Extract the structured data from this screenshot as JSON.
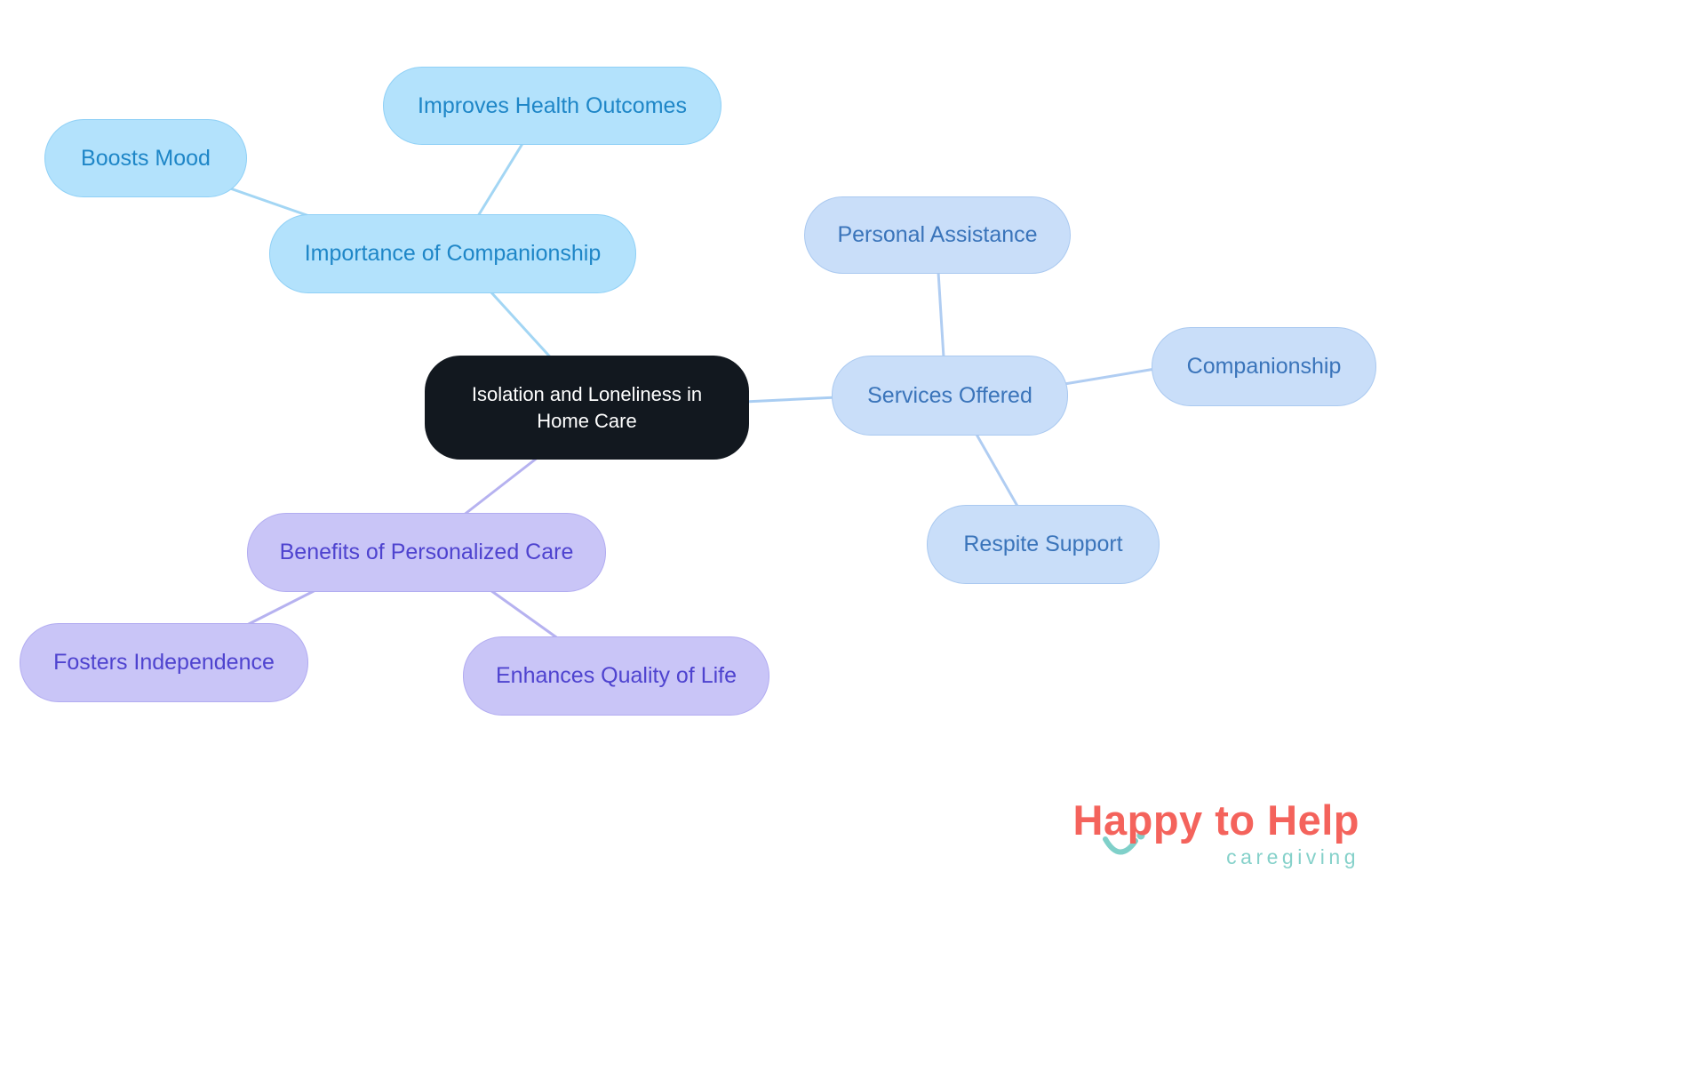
{
  "diagram_title": "Isolation and Loneliness in Home Care",
  "nodes": {
    "central": "Isolation and Loneliness in Home Care",
    "importance_of_companionship": "Importance of Companionship",
    "boosts_mood": "Boosts Mood",
    "improves_health_outcomes": "Improves Health Outcomes",
    "services_offered": "Services Offered",
    "personal_assistance": "Personal Assistance",
    "companionship": "Companionship",
    "respite_support": "Respite Support",
    "benefits_of_personalized_care": "Benefits of Personalized Care",
    "fosters_independence": "Fosters Independence",
    "enhances_quality_of_life": "Enhances Quality of Life"
  },
  "edges": [
    {
      "from": "central",
      "to": "importance_of_companionship"
    },
    {
      "from": "importance_of_companionship",
      "to": "boosts_mood"
    },
    {
      "from": "importance_of_companionship",
      "to": "improves_health_outcomes"
    },
    {
      "from": "central",
      "to": "services_offered"
    },
    {
      "from": "services_offered",
      "to": "personal_assistance"
    },
    {
      "from": "services_offered",
      "to": "companionship"
    },
    {
      "from": "services_offered",
      "to": "respite_support"
    },
    {
      "from": "central",
      "to": "benefits_of_personalized_care"
    },
    {
      "from": "benefits_of_personalized_care",
      "to": "fosters_independence"
    },
    {
      "from": "benefits_of_personalized_care",
      "to": "enhances_quality_of_life"
    }
  ],
  "colors": {
    "central_fill": "#12181f",
    "central_text": "#ffffff",
    "blue_branch_fill": "#b3e2fc",
    "blue_branch_text": "#1e86c7",
    "periwinkle_branch_fill": "#c9def9",
    "periwinkle_branch_text": "#3a74ba",
    "purple_branch_fill": "#c9c5f7",
    "purple_branch_text": "#4e43cf",
    "edge_blue": "#a3d6f4",
    "edge_periwinkle": "#b0cdf2",
    "edge_purple": "#b6b2f0",
    "logo_brand": "#f4635c",
    "logo_tagline": "#85d1ca"
  },
  "logo": {
    "brand": "Happy to Help",
    "tagline": "caregiving"
  }
}
